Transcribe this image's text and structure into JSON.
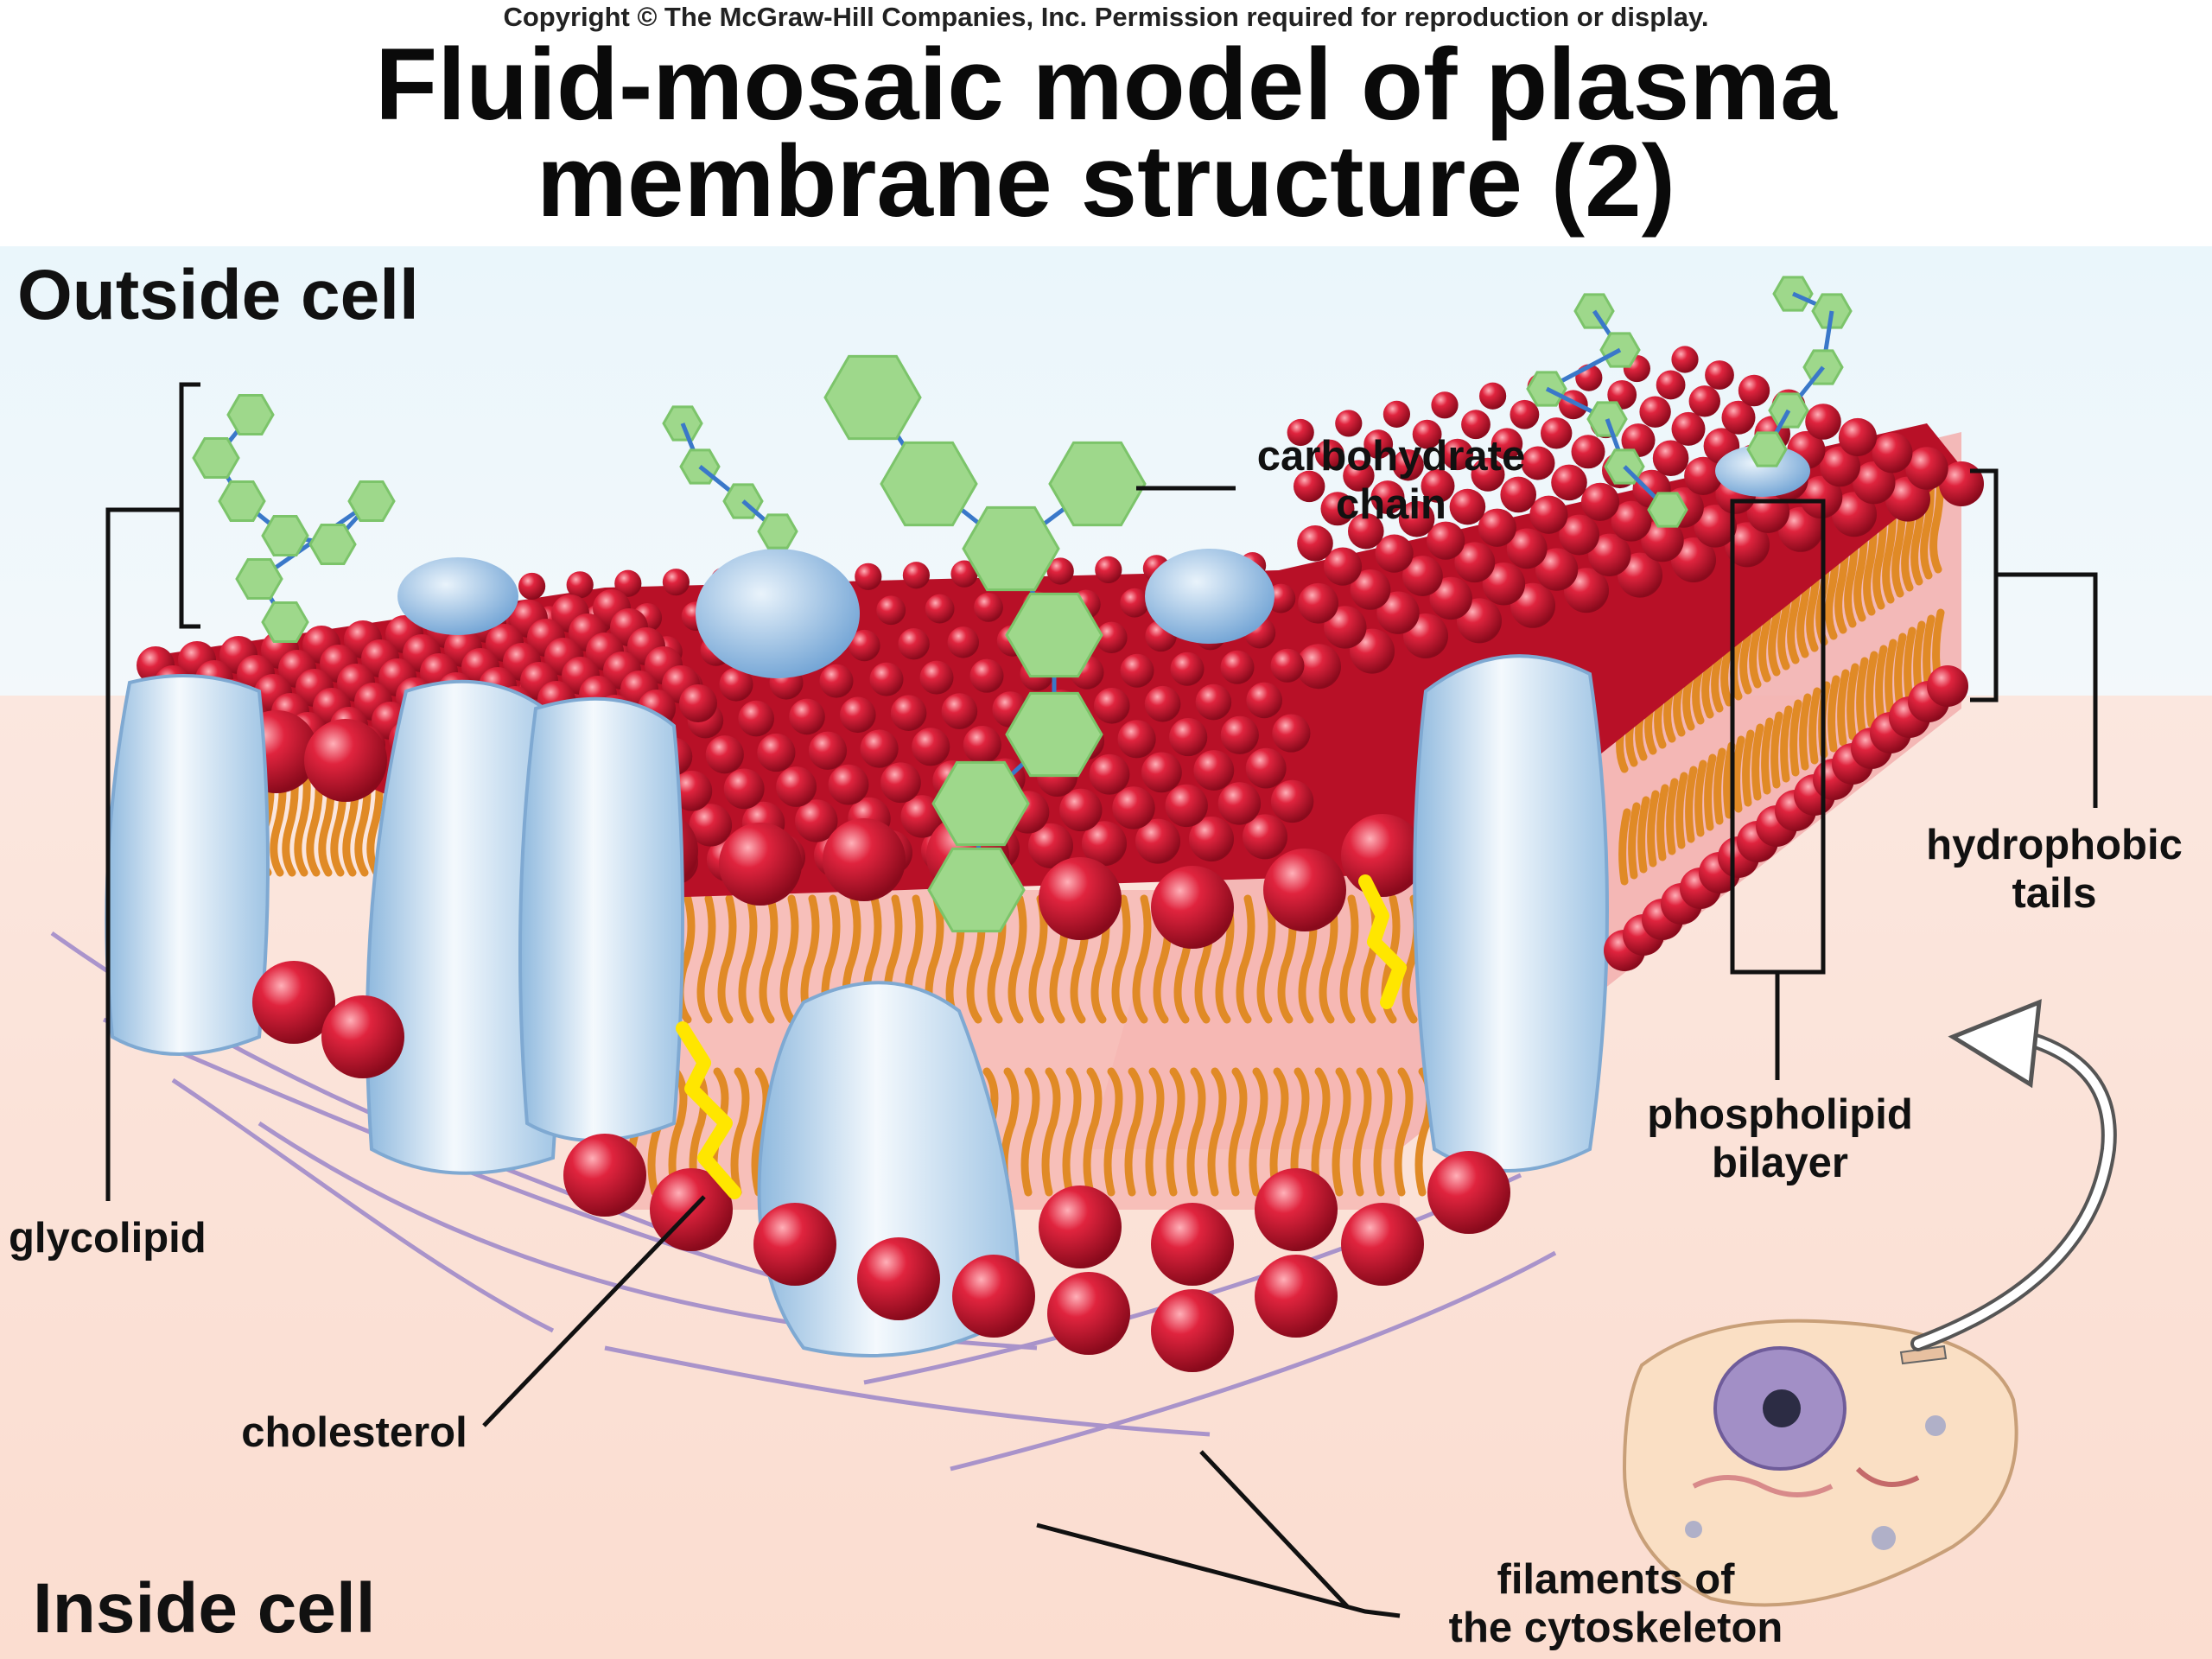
{
  "copyright": "Copyright © The McGraw-Hill Companies, Inc. Permission required for reproduction or display.",
  "title_line1": "Fluid-mosaic model of plasma",
  "title_line2": "membrane structure (2)",
  "labels": {
    "outside_cell": "Outside cell",
    "inside_cell": "Inside cell",
    "carbohydrate_chain_1": "carbohydrate",
    "carbohydrate_chain_2": "chain",
    "hydrophobic_tails_1": "hydrophobic",
    "hydrophobic_tails_2": "tails",
    "phospholipid_bilayer_1": "phospholipid",
    "phospholipid_bilayer_2": "bilayer",
    "glycolipid": "glycolipid",
    "cholesterol": "cholesterol",
    "filaments_1": "filaments of",
    "filaments_2": "the cytoskeleton"
  },
  "colors": {
    "phospholipid_head": "#c8102e",
    "phospholipid_tail": "#e8912a",
    "protein": "#bcd8ef",
    "carbohydrate": "#8fd37a",
    "cholesterol": "#ffe600",
    "outside_bg": "#eaf6fb",
    "inside_bg": "#fbe3d8",
    "filament": "#9b86c9"
  }
}
